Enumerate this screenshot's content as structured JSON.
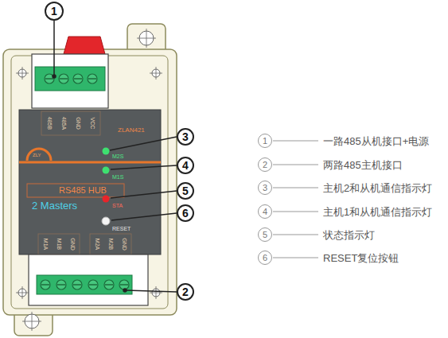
{
  "diagram": {
    "nodes": [
      {
        "text": [
          "1"
        ]
      },
      {
        "text": [
          "3"
        ]
      },
      {
        "text": [
          "4"
        ]
      },
      {
        "text": [
          "5"
        ]
      },
      {
        "text": [
          "6"
        ]
      },
      {
        "text": [
          "2"
        ]
      },
      {
        "text": [
          "1",
          "一路485从机接口+电源"
        ]
      },
      {
        "text": [
          "2",
          "两路485主机接口"
        ]
      },
      {
        "text": [
          "3",
          "主机2和从机通信指示灯"
        ]
      },
      {
        "text": [
          "4",
          "主机1和从机通信指示灯"
        ]
      },
      {
        "text": [
          "5",
          "状态指示灯"
        ]
      },
      {
        "text": [
          "6",
          "RESET复位按钮"
        ]
      }
    ],
    "labels": [
      "485B",
      "485A",
      "GND",
      "VCC",
      "ZLAN421",
      "M2S",
      "ZLY",
      "M1S",
      "RS485 HUB",
      "STA",
      "2 Masters",
      "RESET",
      "M1A",
      "M1B",
      "GND",
      "M2A",
      "M2B",
      "GND"
    ]
  }
}
